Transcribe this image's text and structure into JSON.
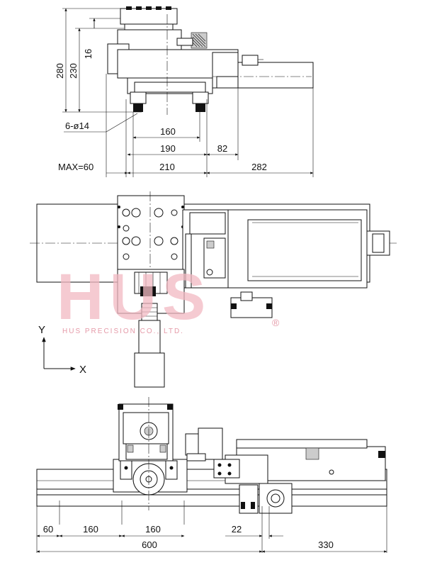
{
  "top_view": {
    "dims": {
      "height_280": "280",
      "height_230": "230",
      "height_16": "16",
      "hole_spec": "6-ø14",
      "width_160": "160",
      "width_190": "190",
      "width_82": "82",
      "max_note": "MAX=60",
      "width_210": "210",
      "width_282": "282"
    }
  },
  "plan_view": {
    "axis_y": "Y",
    "axis_x": "X"
  },
  "watermark": {
    "brand": "HUS",
    "company": "HUS PRECISION CO., LTD.",
    "registered": "®"
  },
  "front_view": {
    "dims": {
      "seg_60": "60",
      "seg_160_a": "160",
      "seg_160_b": "160",
      "seg_22": "22",
      "total_600": "600",
      "total_330": "330"
    }
  },
  "colors": {
    "line": "#111111",
    "watermark": "#f2b9c2"
  }
}
